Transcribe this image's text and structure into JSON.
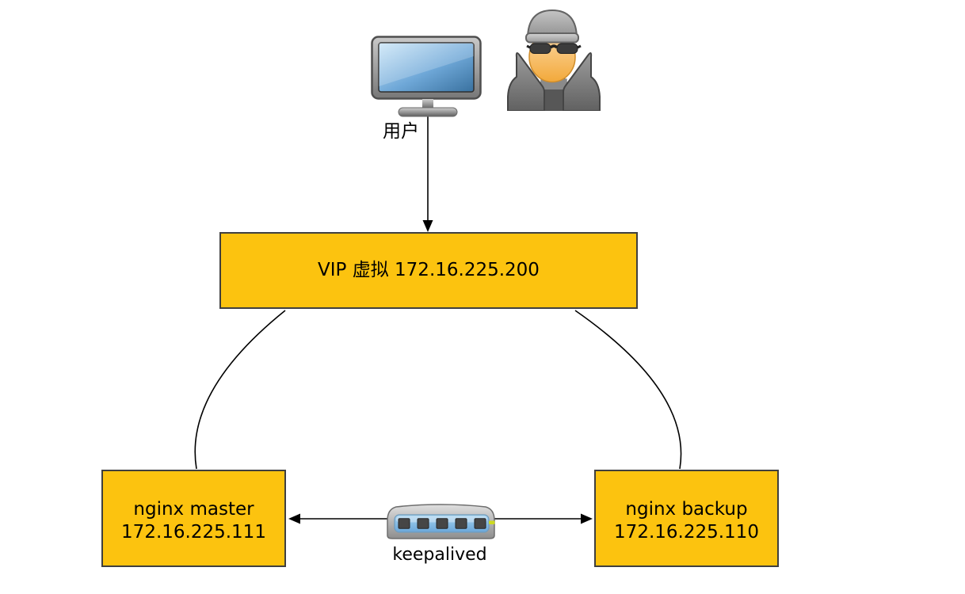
{
  "colors": {
    "node_fill": "#FCC30F",
    "node_border": "#3F3F3F",
    "screen_blue": "#6FA8D8",
    "switch_panel_blue": "#7FB5E0",
    "led_green": "#CDDA21"
  },
  "user": {
    "label": "用户",
    "monitor_icon": "computer-monitor-icon",
    "spy_icon": "spy-icon"
  },
  "vip_box": {
    "label": "VIP 虚拟 172.16.225.200"
  },
  "master_box": {
    "name": "nginx master",
    "ip": "172.16.225.111"
  },
  "backup_box": {
    "name": "nginx backup",
    "ip": "172.16.225.110"
  },
  "switch": {
    "label": "keepalived",
    "icon": "network-switch-icon"
  }
}
